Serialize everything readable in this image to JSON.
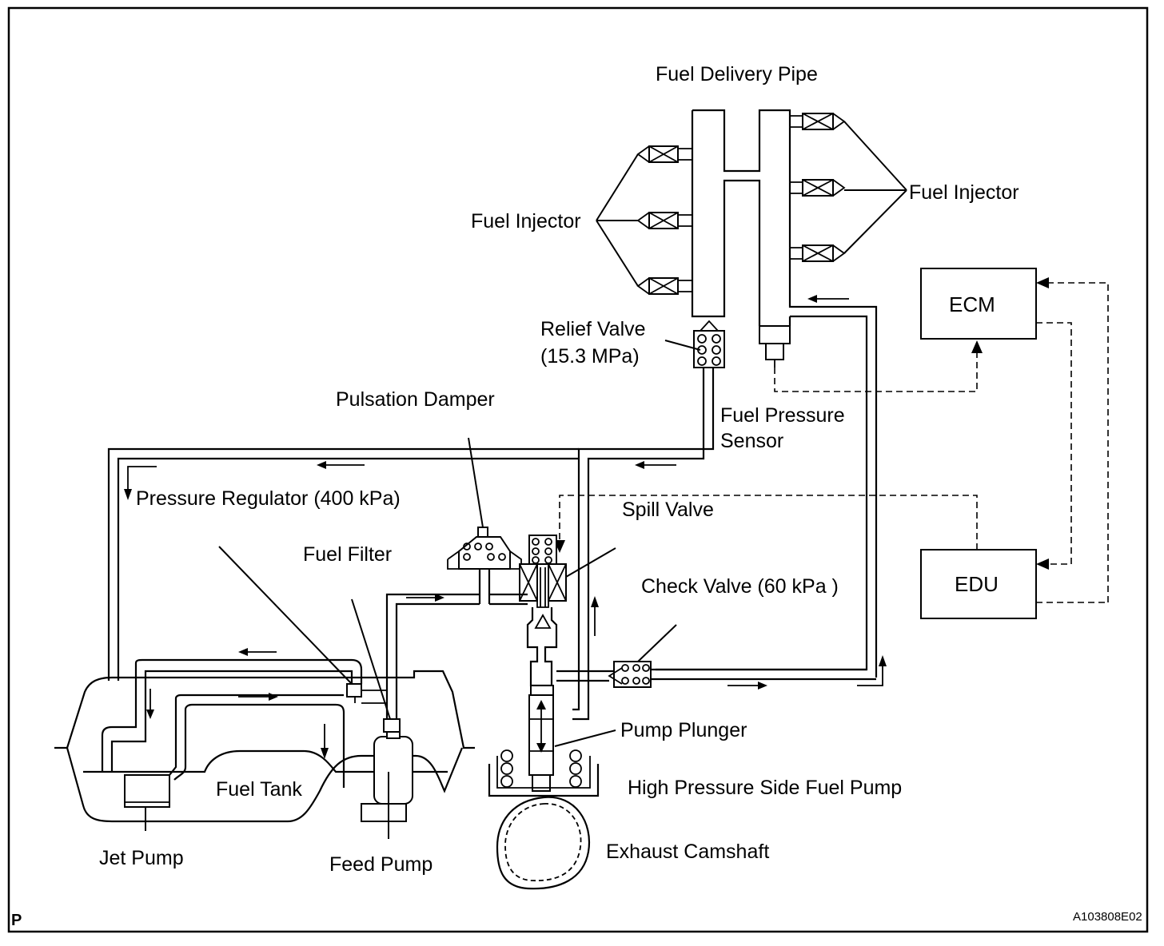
{
  "labels": {
    "fuel_delivery_pipe": "Fuel Delivery Pipe",
    "fuel_injector_left": "Fuel Injector",
    "fuel_injector_right": "Fuel Injector",
    "relief_valve_1": "Relief Valve",
    "relief_valve_2": "(15.3 MPa)",
    "pulsation_damper": "Pulsation Damper",
    "fuel_pressure_sensor_1": "Fuel Pressure",
    "fuel_pressure_sensor_2": "Sensor",
    "ecm": "ECM",
    "edu": "EDU",
    "pressure_regulator": "Pressure Regulator (400 kPa)",
    "spill_valve": "Spill Valve",
    "fuel_filter": "Fuel Filter",
    "check_valve": "Check Valve (60 kPa )",
    "pump_plunger": "Pump Plunger",
    "fuel_tank": "Fuel Tank",
    "high_pressure_pump": "High Pressure Side Fuel Pump",
    "jet_pump": "Jet  Pump",
    "feed_pump": "Feed Pump",
    "exhaust_camshaft": "Exhaust Camshaft",
    "corner_p": "P",
    "figure_id": "A103808E02"
  }
}
